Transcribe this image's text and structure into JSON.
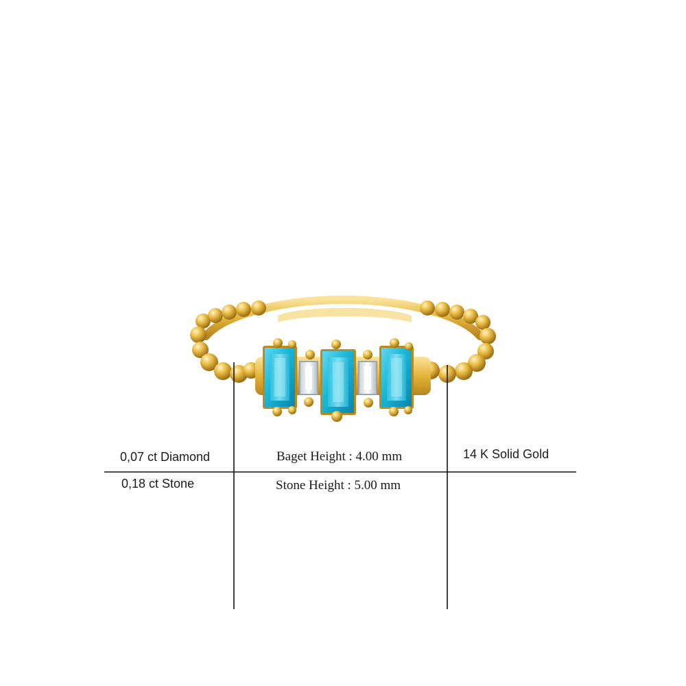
{
  "specs": {
    "diamond": "0,07 ct Diamond",
    "stone": "0,18 ct Stone",
    "baget_height": "Baget Height : 4.00 mm",
    "stone_height": "Stone Height : 5.00 mm",
    "gold": "14 K Solid Gold"
  },
  "colors": {
    "background": "#ffffff",
    "gold": "#e3b43a",
    "gold_dark": "#a87818",
    "gold_light": "#fbe8a2",
    "topaz": "#1cb8d8",
    "topaz_light": "#9ee8f7",
    "topaz_dark": "#0a7fa6",
    "diamond": "#eef3f6",
    "line": "#111111"
  }
}
